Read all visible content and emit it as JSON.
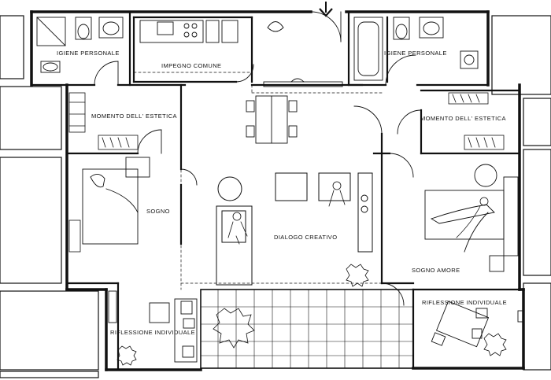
{
  "rooms": {
    "igiene_left": "IGIENE PERSONALE",
    "igiene_right": "IGIENE PERSONALE",
    "impegno": "IMPEGNO COMUNE",
    "estetica_left": "MOMENTO DELL' ESTETICA",
    "estetica_right": "MOMENTO DELL' ESTETICA",
    "sogno": "SOGNO",
    "dialogo": "DIALOGO CREATIVO",
    "sogno_amore": "SOGNO AMORE",
    "riflessione_left": "RIFLESSIONE INDIVIDUALE",
    "riflessione_right": "RIFLESSIONE INDIVIDUALE"
  },
  "icons": {
    "entrance": "arrow-down-icon"
  }
}
